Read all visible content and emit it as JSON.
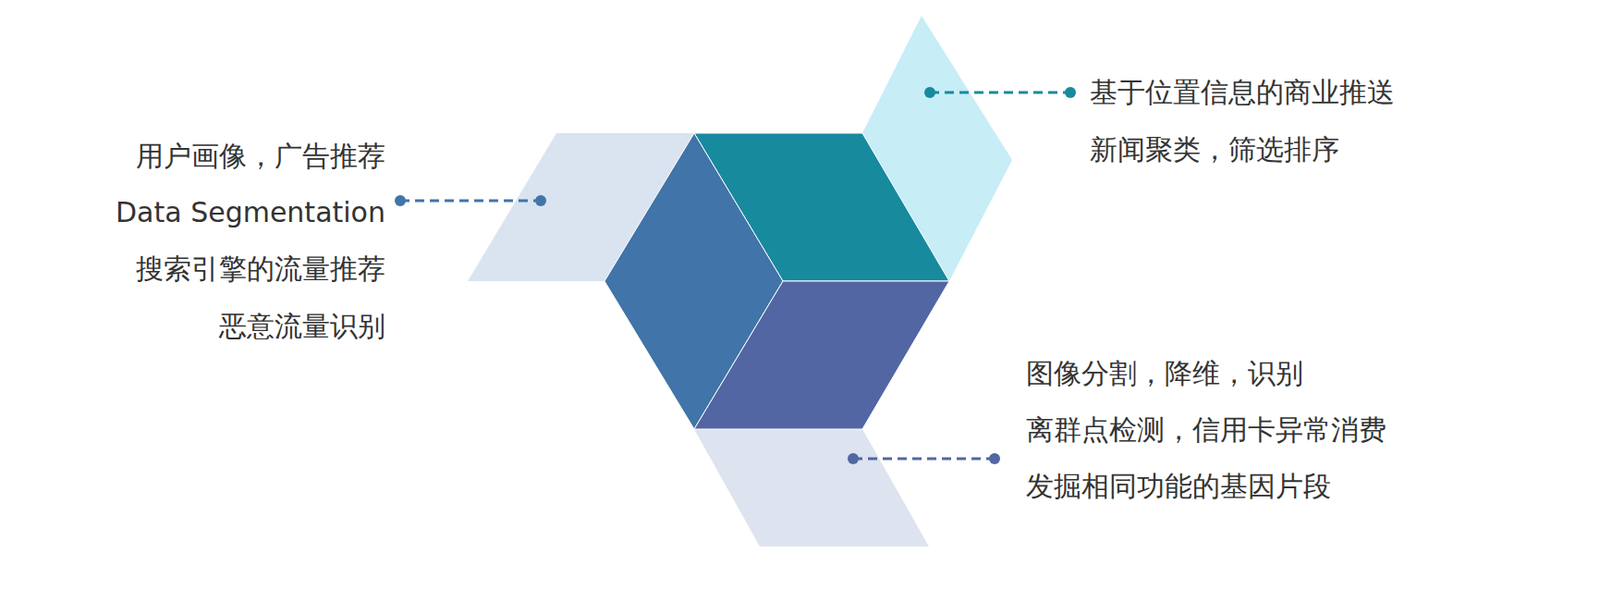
{
  "diagram": {
    "labels": [
      "用户画像，广告推荐",
      "Data Segmentation",
      "搜索引擎的流量推荐",
      "恶意流量识别",
      "基于位置信息的商业推送",
      "新闻聚类，筛选排序",
      "图像分割，降维，识别",
      "离群点检测，信用卡异常消费",
      "发掘相同功能的基因片段"
    ]
  }
}
